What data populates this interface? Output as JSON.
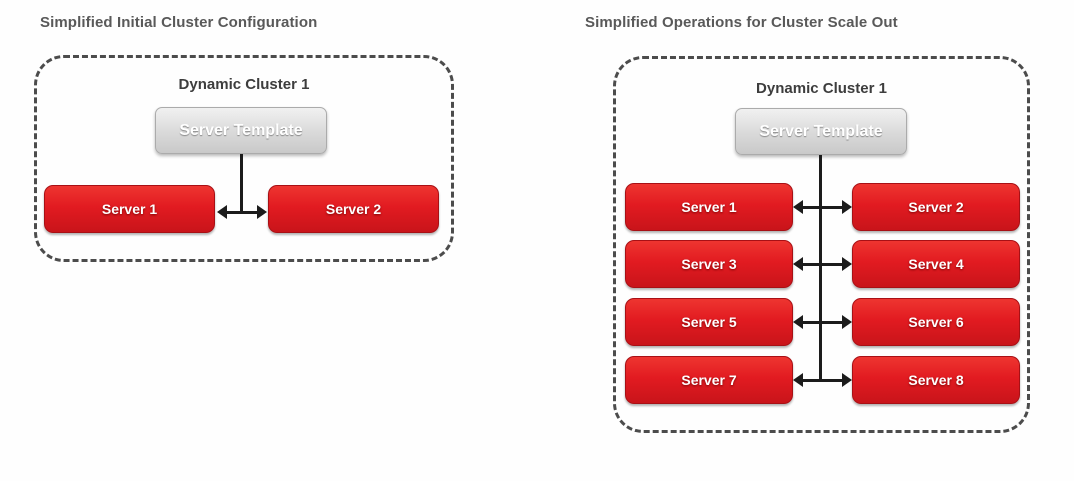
{
  "panels": [
    {
      "title": "Simplified Initial Cluster Configuration",
      "cluster_label": "Dynamic Cluster 1",
      "template_label": "Server Template",
      "servers": [
        "Server 1",
        "Server 2"
      ]
    },
    {
      "title": "Simplified Operations for Cluster Scale Out",
      "cluster_label": "Dynamic Cluster 1",
      "template_label": "Server Template",
      "servers": [
        "Server 1",
        "Server 2",
        "Server 3",
        "Server 4",
        "Server 5",
        "Server 6",
        "Server 7",
        "Server 8"
      ]
    }
  ],
  "colors": {
    "server_red": "#e21b21",
    "server_red_dark": "#a81015",
    "template_gray": "#dbdbdb",
    "dashed_border": "#4c4c4c",
    "title_text": "#595959",
    "cluster_label_text": "#3d3d3d",
    "connector_black": "#1c1c1c",
    "box_text": "#ffffff"
  }
}
